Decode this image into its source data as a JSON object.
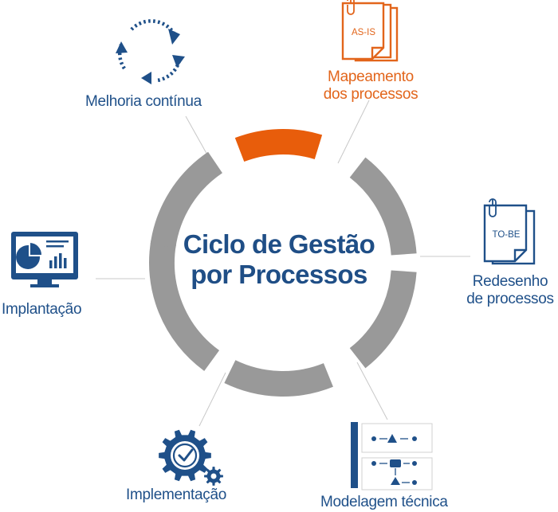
{
  "center": {
    "line1": "Ciclo de Gestão",
    "line2": "por Processos"
  },
  "stages": {
    "mapeamento": {
      "line1": "Mapeamento",
      "line2": "dos processos",
      "doc_label": "AS-IS",
      "icon": "document-stack-icon"
    },
    "redesenho": {
      "line1": "Redesenho",
      "line2": "de processos",
      "doc_label": "TO-BE",
      "icon": "document-icon"
    },
    "modelagem": {
      "label": "Modelagem técnica",
      "icon": "process-flow-icon"
    },
    "implementacao": {
      "label": "Implementação",
      "icon": "gear-check-icon"
    },
    "implantacao": {
      "label": "Implantação",
      "icon": "monitor-chart-icon"
    },
    "melhoria": {
      "label": "Melhoria contínua",
      "icon": "cycle-arrows-icon"
    }
  },
  "colors": {
    "active_segment": "#e85d0b",
    "ring": "#999999",
    "primary_blue": "#1f5089",
    "accent_orange": "#e2651b",
    "connector": "#c8c8c8"
  },
  "active_stage": "mapeamento"
}
